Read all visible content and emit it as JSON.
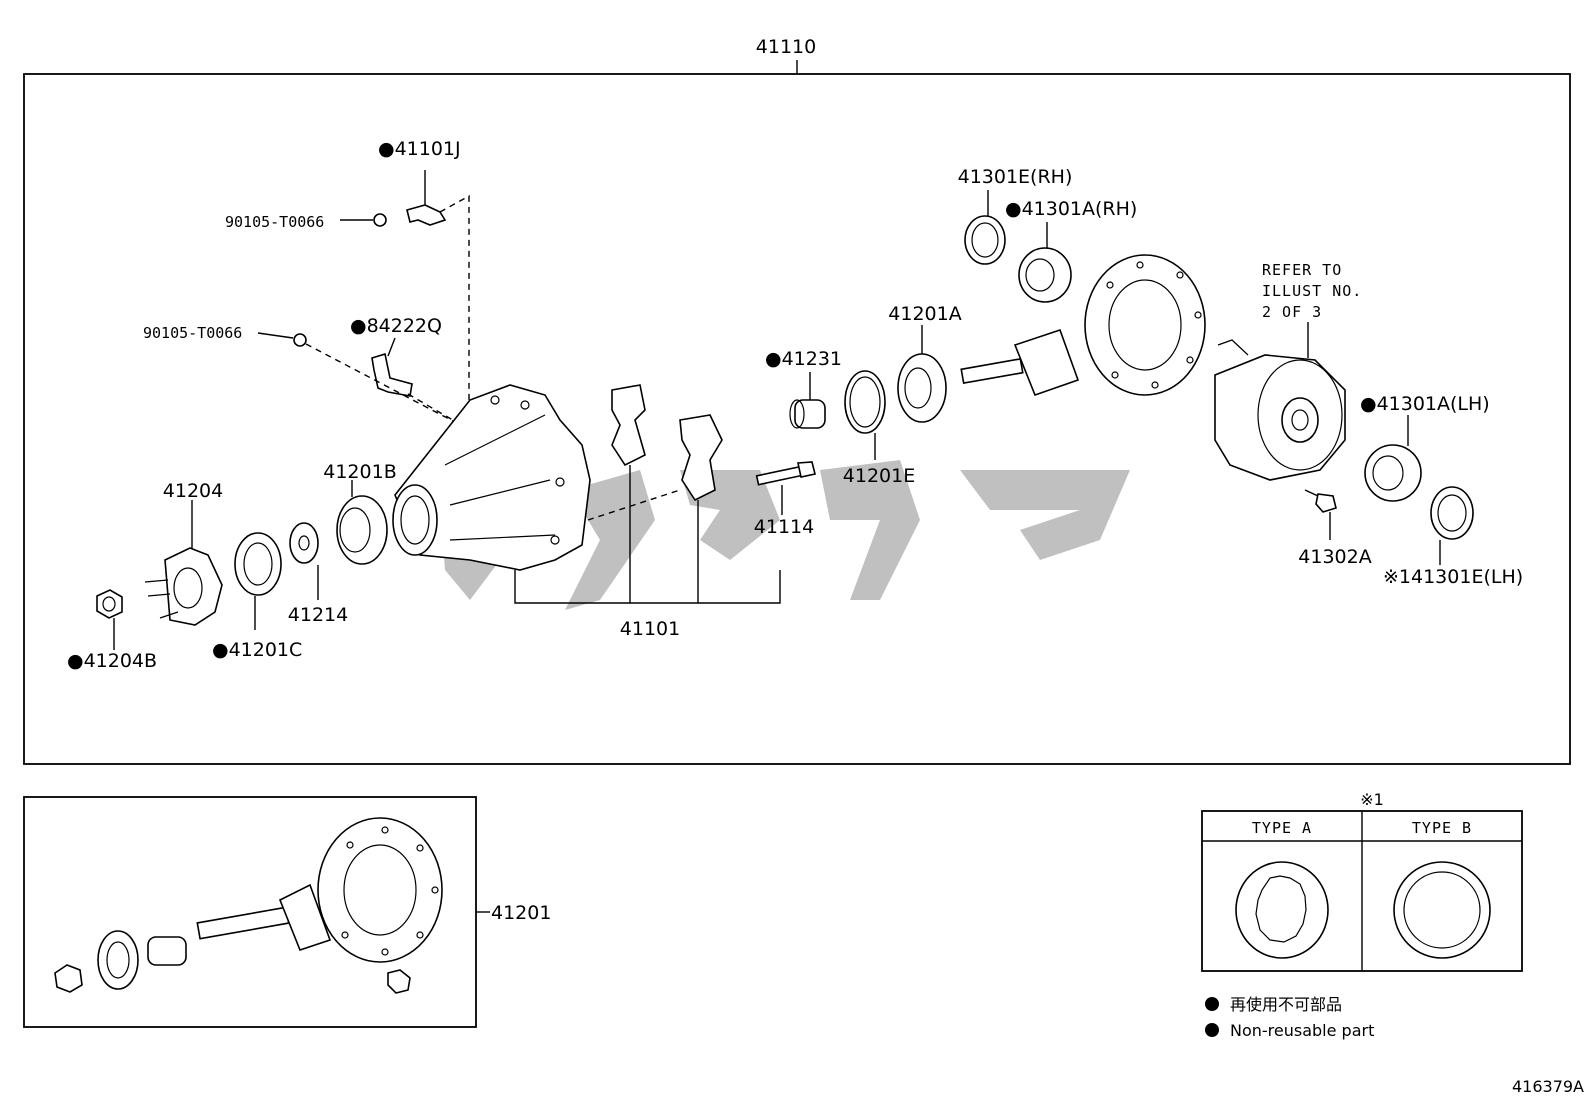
{
  "diagram": {
    "assembly_label": "41110",
    "sub_assembly_label": "41201",
    "image_code": "416379A",
    "callouts": {
      "p41101J": "●41101J",
      "p90105_top": "90105-T0066",
      "p90105_mid": "90105-T0066",
      "p84222Q": "●84222Q",
      "p41204": "41204",
      "p41201B": "41201B",
      "p41214": "41214",
      "p41201C": "●41201C",
      "p41204B": "●41204B",
      "p41101": "41101",
      "p41114": "41114",
      "p41231": "●41231",
      "p41201E": "41201E",
      "p41201A": "41201A",
      "p41301E_RH": "41301E(RH)",
      "p41301A_RH": "●41301A(RH)",
      "p41301A_LH": "●41301A(LH)",
      "p41302A": "41302A",
      "p41301E_LH": "※141301E(LH)"
    },
    "refer_note": [
      "REFER TO",
      "ILLUST NO.",
      "2 OF 3"
    ],
    "type_table": {
      "note_mark": "※1",
      "type_a": "TYPE  A",
      "type_b": "TYPE  B"
    },
    "legend": {
      "bullet": "●",
      "japanese": "再使用不可部品",
      "english": "Non-reusable part"
    }
  }
}
